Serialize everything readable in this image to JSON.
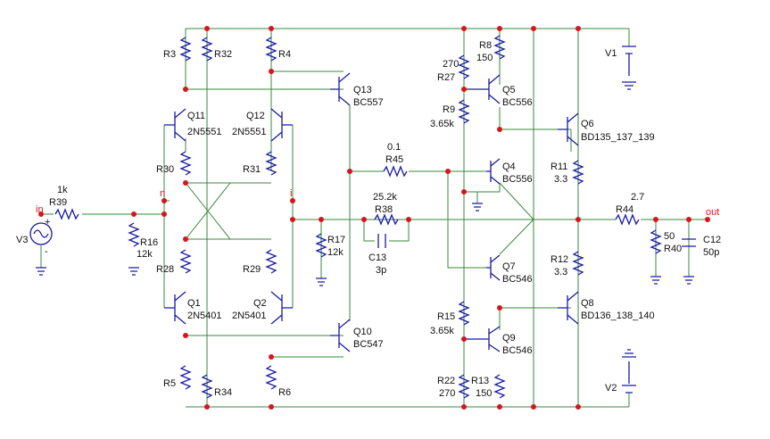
{
  "labels": {
    "R3": "R3",
    "R32": "R32",
    "R4": "R4",
    "Q11": "Q11",
    "Q11_type": "2N5551",
    "Q12": "Q12",
    "Q12_type": "2N5551",
    "Q13": "Q13",
    "Q13_type": "BC557",
    "R30": "R30",
    "R31": "R31",
    "R39": "R39",
    "R39_val": "1k",
    "in": "in",
    "V3": "V3",
    "plus": "+",
    "minus": "-",
    "R16": "R16",
    "R16_val": "12k",
    "n": "n",
    "i": "i",
    "R17": "R17",
    "R17_val": "12k",
    "R28": "R28",
    "R29": "R29",
    "Q1": "Q1",
    "Q1_type": "2N5401",
    "Q2": "Q2",
    "Q2_type": "2N5401",
    "Q10": "Q10",
    "Q10_type": "BC547",
    "R5": "R5",
    "R34": "R34",
    "R6": "R6",
    "R27_val": "270",
    "R27": "R27",
    "R8": "R8",
    "R8_val": "150",
    "Q5": "Q5",
    "Q5_type": "BC556",
    "R9": "R9",
    "R9_val": "3.65k",
    "Q4": "Q4",
    "Q4_type": "BC556",
    "R45_val": "0.1",
    "R45": "R45",
    "R38_val": "25.2k",
    "R38": "R38",
    "C13": "C13",
    "C13_val": "3p",
    "Q7": "Q7",
    "Q7_type": "BC546",
    "R15": "R15",
    "R15_val": "3.65k",
    "Q9": "Q9",
    "Q9_type": "BC546",
    "R22": "R22",
    "R22_val": "270",
    "R13": "R13",
    "R13_val": "150",
    "V1": "V1",
    "V2": "V2",
    "Q6": "Q6",
    "Q6_type": "BD135_137_139",
    "R11": "R11",
    "R11_val": "3.3",
    "R12": "R12",
    "R12_val": "3.3",
    "Q8": "Q8",
    "Q8_type": "BD136_138_140",
    "R44_val": "2.7",
    "R44": "R44",
    "R40_val": "50",
    "R40": "R40",
    "C12": "C12",
    "C12_val": "50p",
    "out": "out"
  },
  "colors": {
    "wire": "#3a8a3a",
    "component": "#1a1aa6",
    "node": "#d8141c",
    "text": "#111111"
  }
}
